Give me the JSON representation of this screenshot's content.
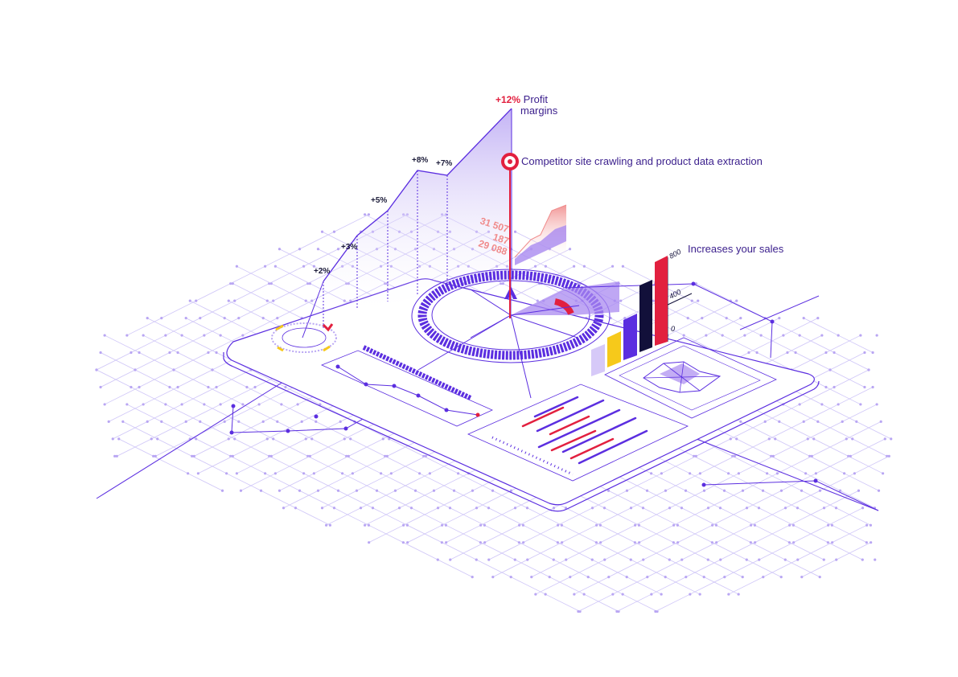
{
  "colors": {
    "purple": "#5b2ee0",
    "light_purple": "#b9a6f3",
    "grid": "#cfc6f7",
    "red": "#e2203f",
    "yellow": "#f6c91b",
    "navy": "#12103a",
    "pink": "#f08b8b"
  },
  "profit": {
    "value": "+12%",
    "label_line1": "Profit",
    "label_line2": "margins"
  },
  "competitor": {
    "label": "Competitor site crawling and product data extraction"
  },
  "sales": {
    "label": "Increases your sales"
  },
  "growth_points": [
    "+2%",
    "+3%",
    "+5%",
    "+8%",
    "+7%"
  ],
  "numbers": [
    "31 507",
    "187",
    "29 088"
  ],
  "bar_axis": {
    "ticks": [
      "800",
      "400",
      "0"
    ]
  },
  "icons": {
    "logo": "app-logo-icon",
    "pin": "location-pin-icon",
    "dial": "dial-icon"
  }
}
